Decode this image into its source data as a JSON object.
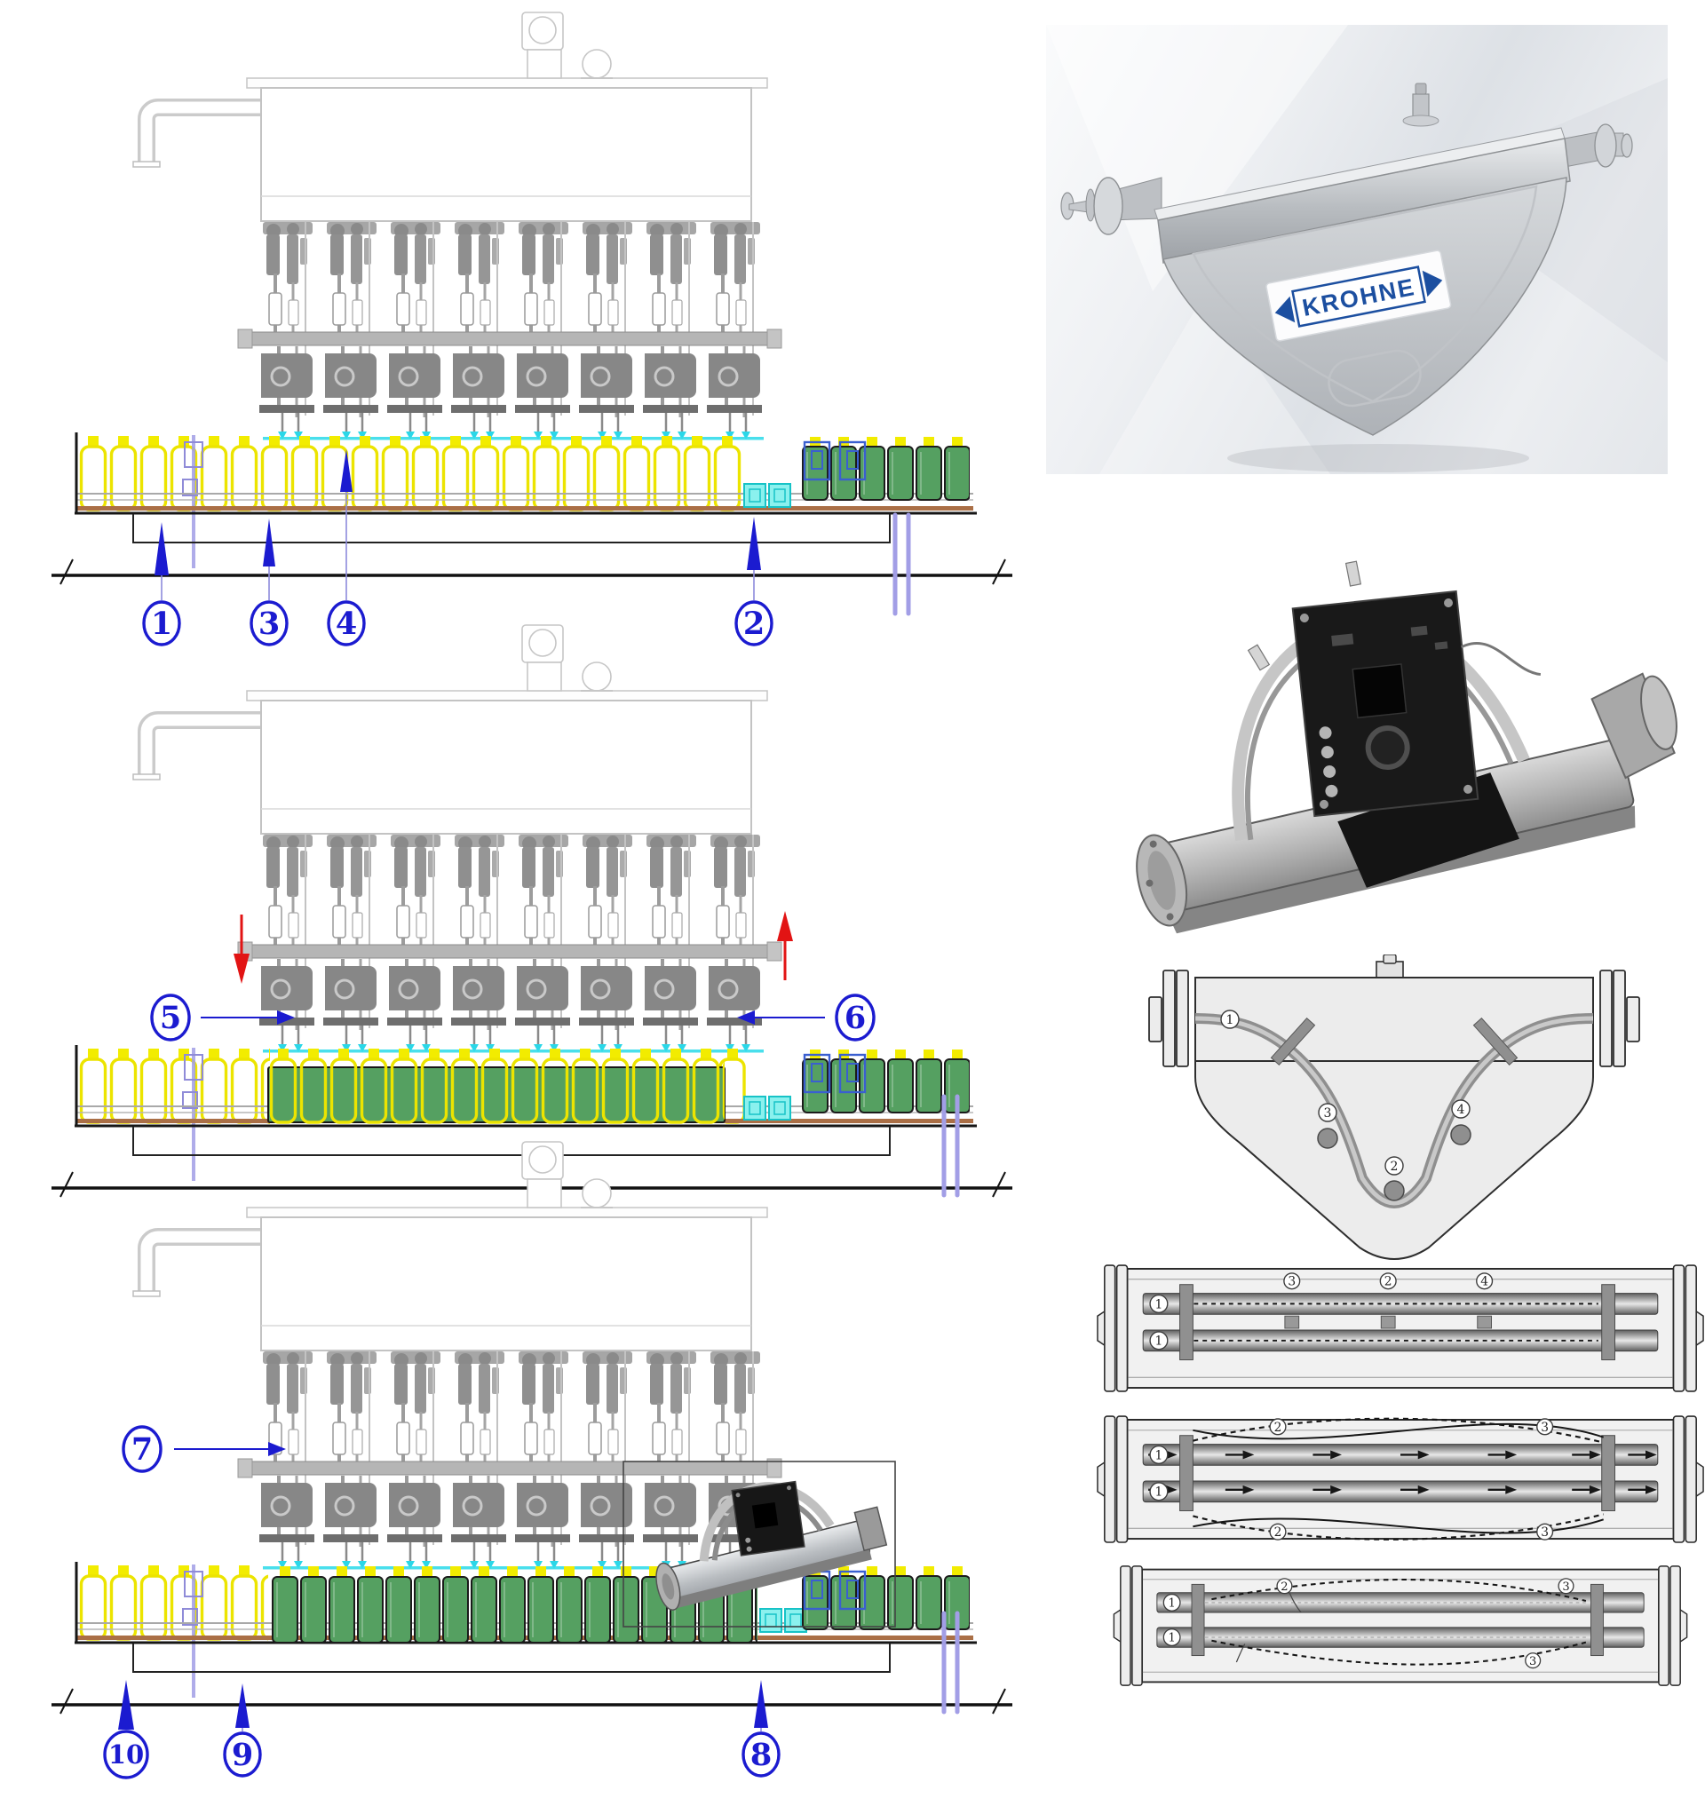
{
  "stage1": {
    "description": "filling line stage 1 - empty bottles under filling heads",
    "callout_1": "1",
    "callout_3": "3",
    "callout_4": "4",
    "callout_2": "2"
  },
  "stage2": {
    "description": "filling line stage 2 - filling with lift arrows",
    "callout_5": "5",
    "callout_6": "6"
  },
  "stage3": {
    "description": "filling line stage 3 - filled containers and flowmeter inset",
    "callout_7": "7",
    "callout_10": "10",
    "callout_9": "9",
    "callout_8": "8"
  },
  "brand": {
    "logo_text": "KROHNE"
  },
  "cross_section": {
    "point_1": "1",
    "point_2": "2",
    "point_3": "3",
    "point_4": "4"
  },
  "tube_straight": {
    "tube_top": "1",
    "tube_bottom": "1",
    "sensor_left": "3",
    "sensor_mid": "2",
    "sensor_right": "4"
  },
  "tube_flow": {
    "tube_top": "1",
    "tube_bottom": "1",
    "mode_top_left": "2",
    "mode_top_right": "3",
    "mode_bottom_left": "2",
    "mode_bottom_right": "3"
  },
  "tube_mode": {
    "tube_top": "1",
    "tube_bottom": "1",
    "mode_top_left": "2",
    "mode_top_right": "3",
    "mode_bottom_right": "3"
  },
  "colors": {
    "callout_blue": "#1b1bd0",
    "arrow_red": "#e21414",
    "bottle_yellow": "#f2ec00",
    "container_green": "#55a061",
    "nozzle_cyan": "#2bd7e8",
    "conveyor_brown": "#aa6f46",
    "brand_blue": "#1c4fa0"
  }
}
